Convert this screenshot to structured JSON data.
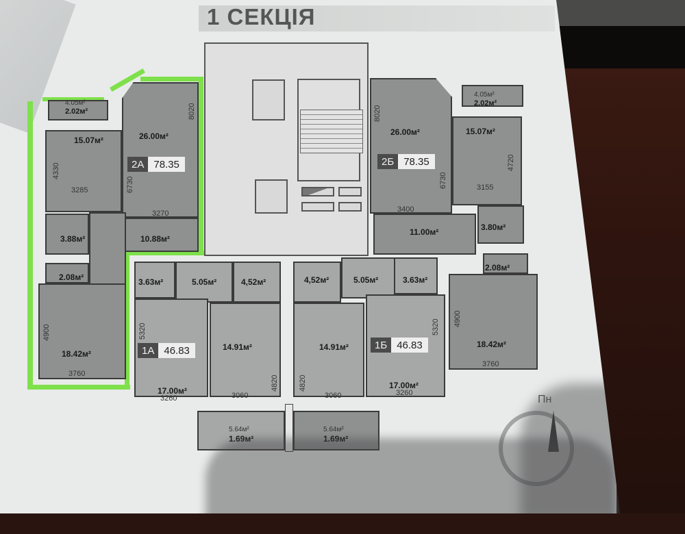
{
  "title": "1 СЕКЦІЯ",
  "colors": {
    "highlight": "#7ee04a",
    "room_fill": "#8f9090",
    "badge_code_bg": "#4b4b4b"
  },
  "apartments": [
    {
      "code": "2А",
      "total_area": "78.35",
      "rooms": {
        "living": "26.00м²",
        "kitchen": "15.07м²",
        "hall": "10.88м²",
        "bedroom": "18.42м²",
        "bath": "3.88м²",
        "wc": "2.08м²",
        "balcony_gross": "4.05м²",
        "balcony": "2.02м²"
      },
      "dims": {
        "d8020": "8020",
        "d6730": "6730",
        "d3270": "3270",
        "d4330": "4330",
        "d3285": "3285",
        "d4900": "4900",
        "d3760": "3760"
      }
    },
    {
      "code": "2Б",
      "total_area": "78.35",
      "rooms": {
        "living": "26.00м²",
        "kitchen": "15.07м²",
        "hall": "11.00м²",
        "bedroom": "18.42м²",
        "bath": "3.80м²",
        "wc": "2.08м²",
        "balcony_gross": "4.05м²",
        "balcony": "2.02м²"
      },
      "dims": {
        "d8020": "8020",
        "d6730": "6730",
        "d3400": "3400",
        "d4720": "4720",
        "d3155": "3155",
        "d4900": "4900",
        "d3760": "3760"
      }
    },
    {
      "code": "1А",
      "total_area": "46.83",
      "rooms": {
        "storage": "3.63м²",
        "hall": "5.05м²",
        "bath": "4,52м²",
        "kitchen": "14.91м²",
        "living": "17.00м²",
        "loggia_gross": "5.64м²",
        "loggia": "1.69м²"
      },
      "dims": {
        "d5320": "5320",
        "d3260": "3260",
        "d3060": "3060",
        "d4820": "4820"
      }
    },
    {
      "code": "1Б",
      "total_area": "46.83",
      "rooms": {
        "storage": "3.63м²",
        "hall": "5.05м²",
        "bath": "4,52м²",
        "kitchen": "14.91м²",
        "living": "17.00м²",
        "loggia_gross": "5.64м²",
        "loggia": "1.69м²"
      },
      "dims": {
        "d5320": "5320",
        "d3260": "3260",
        "d3060": "3060",
        "d4820": "4820"
      }
    }
  ],
  "compass": {
    "label": "Пн"
  },
  "icons": [
    "stairs-icon",
    "elevator-icon",
    "bathtub-icon",
    "toilet-icon",
    "compass-icon",
    "ventilation-shaft-icon"
  ]
}
